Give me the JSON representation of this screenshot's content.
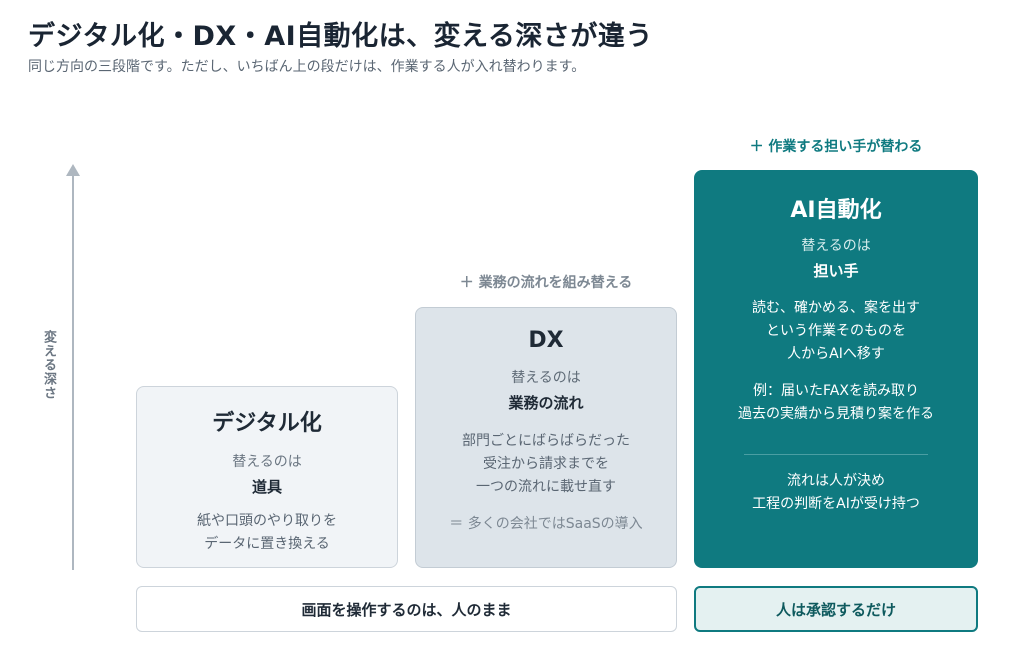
{
  "header": {
    "title": "デジタル化・DX・AI自動化は、変える深さが違う",
    "subtitle": "同じ方向の三段階です。ただし、いちばん上の段だけは、作業する人が入れ替わります。"
  },
  "axis": {
    "label": "変える深さ"
  },
  "stages": [
    {
      "name": "デジタル化",
      "replaces_label": "替えるのは",
      "replaces": "道具",
      "desc": [
        "紙や口頭のやり取りを",
        "データに置き換える"
      ]
    },
    {
      "note": "＋ 業務の流れを組み替える",
      "name": "DX",
      "replaces_label": "替えるのは",
      "replaces": "業務の流れ",
      "desc": [
        "部門ごとにばらばらだった",
        "受注から請求までを",
        "一つの流れに載せ直す"
      ],
      "extra": "＝ 多くの会社ではSaaSの導入"
    },
    {
      "note": "＋ 作業する担い手が替わる",
      "name": "AI自動化",
      "replaces_label": "替えるのは",
      "replaces": "担い手",
      "desc": [
        "読む、確かめる、案を出す",
        "という作業そのものを",
        "人からAIへ移す"
      ],
      "example": [
        "例：届いたFAXを読み取り",
        "過去の実績から見積り案を作る"
      ],
      "flow": [
        "流れは人が決め",
        "工程の判断をAIが受け持つ"
      ]
    }
  ],
  "bottom": {
    "left": "画面を操作するのは、人のまま",
    "right": "人は承認するだけ"
  },
  "colors": {
    "accent": "#0f7a80",
    "muted": "#7d8893"
  }
}
